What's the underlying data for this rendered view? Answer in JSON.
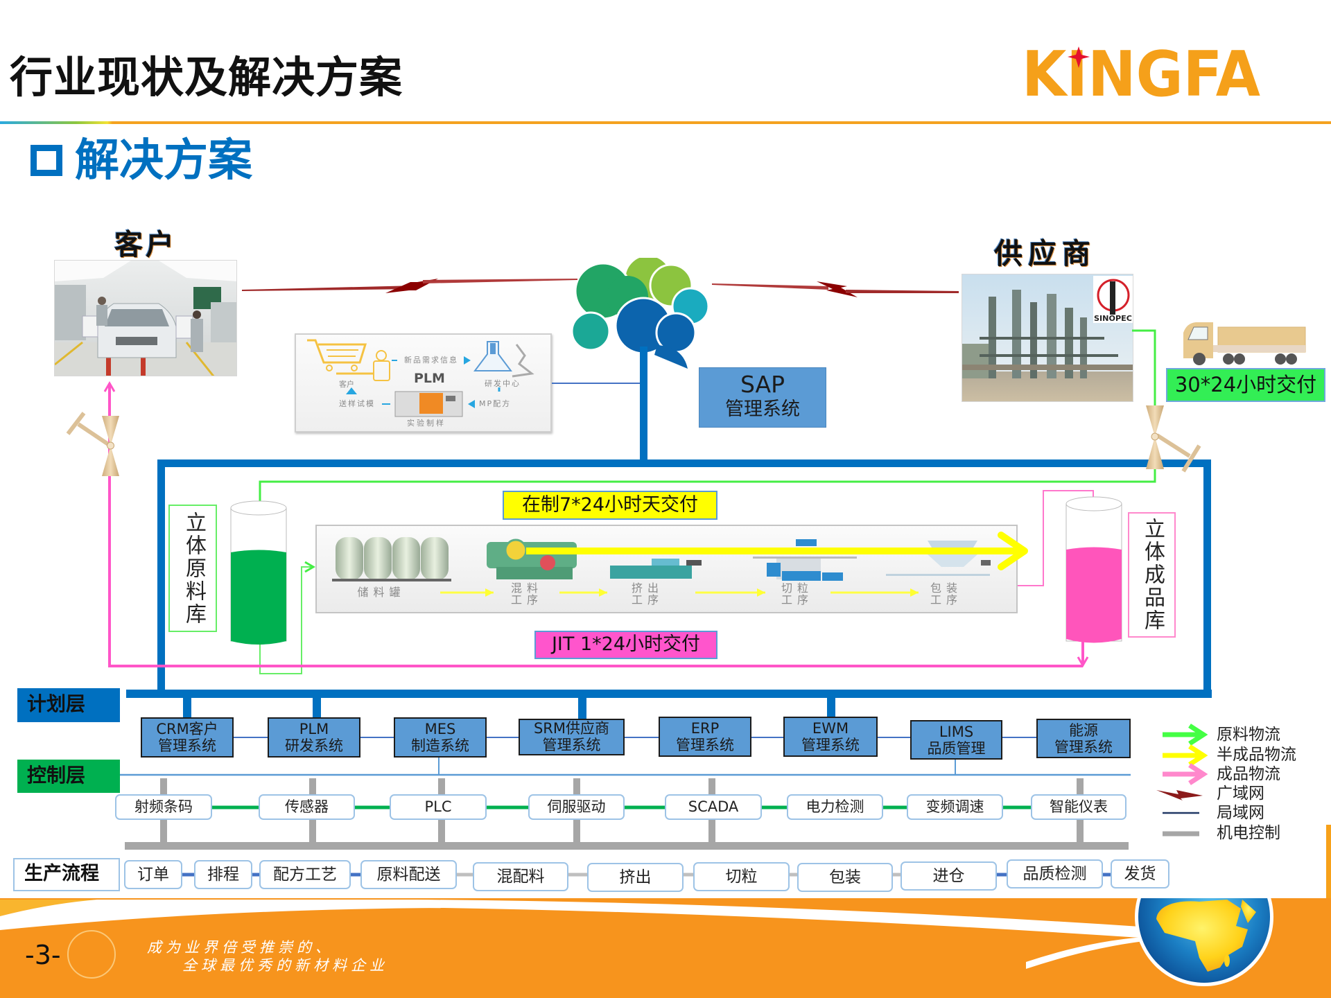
{
  "header": {
    "title": "行业现状及解决方案",
    "logo_text": "KINGFA",
    "section_title": "解决方案"
  },
  "partners": {
    "customer_label": "客户",
    "supplier_label": "供应商",
    "supplier_logo_text": "SINOPEC"
  },
  "sap": {
    "name": "SAP",
    "subtitle": "管理系统"
  },
  "plm_diagram": {
    "title": "PLM",
    "customer": "客户",
    "demand_info": "新品需求信息",
    "rd_center": "研发中心",
    "formula": "MP配方",
    "sample_making": "实验制样",
    "trial": "送样试模"
  },
  "deliveries": {
    "supplier": "30*24小时交付",
    "wip": "在制7*24小时天交付",
    "jit": "JIT 1*24小时交付"
  },
  "warehouses": {
    "raw": "立体原料库",
    "finished": "立体成品库"
  },
  "process_line": [
    {
      "lines": [
        "储料罐"
      ]
    },
    {
      "lines": [
        "混料",
        "工序"
      ]
    },
    {
      "lines": [
        "挤出",
        "工序"
      ]
    },
    {
      "lines": [
        "切粒",
        "工序"
      ]
    },
    {
      "lines": [
        "包装",
        "工序"
      ]
    }
  ],
  "layers": {
    "planning": {
      "label": "计划层",
      "systems": [
        {
          "line1": "CRM客户",
          "line2": "管理系统"
        },
        {
          "line1": "PLM",
          "line2": "研发系统"
        },
        {
          "line1": "MES",
          "line2": "制造系统"
        },
        {
          "line1": "SRM供应商",
          "line2": "管理系统"
        },
        {
          "line1": "ERP",
          "line2": "管理系统"
        },
        {
          "line1": "EWM",
          "line2": "管理系统"
        },
        {
          "line1": "LIMS",
          "line2": "品质管理"
        },
        {
          "line1": "能源",
          "line2": "管理系统"
        }
      ]
    },
    "control": {
      "label": "控制层",
      "devices": [
        "射频条码",
        "传感器",
        "PLC",
        "伺服驱动",
        "SCADA",
        "电力检测",
        "变频调速",
        "智能仪表"
      ]
    },
    "process": {
      "label": "生产流程",
      "steps": [
        "订单",
        "排程",
        "配方工艺",
        "原料配送",
        "混配料",
        "挤出",
        "切粒",
        "包装",
        "进仓",
        "品质检测",
        "发货"
      ]
    }
  },
  "legend": [
    {
      "label": "原料物流",
      "symbol": "arrow",
      "color": "#44ff44"
    },
    {
      "label": "半成品物流",
      "symbol": "arrow",
      "color": "#ffff00"
    },
    {
      "label": "成品物流",
      "symbol": "arrow",
      "color": "#ff88cc"
    },
    {
      "label": "广域网",
      "symbol": "lightning",
      "color": "#8b1a1a"
    },
    {
      "label": "局域网",
      "symbol": "thin-line",
      "color": "#203864"
    },
    {
      "label": "机电控制",
      "symbol": "thick-line",
      "color": "#a6a6a6"
    }
  ],
  "footer": {
    "page_number": "-3-",
    "slogan_line1": "成为业界倍受推崇的、",
    "slogan_line2": "全球最优秀的新材料企业"
  },
  "colors": {
    "brand_orange": "#f5a01a",
    "planning_blue": "#0070c0",
    "control_green": "#00b050",
    "system_box": "#5b9bd5",
    "raw_material": "#44ee44",
    "semi_finished": "#ffff00",
    "finished_goods": "#ff55cc"
  }
}
